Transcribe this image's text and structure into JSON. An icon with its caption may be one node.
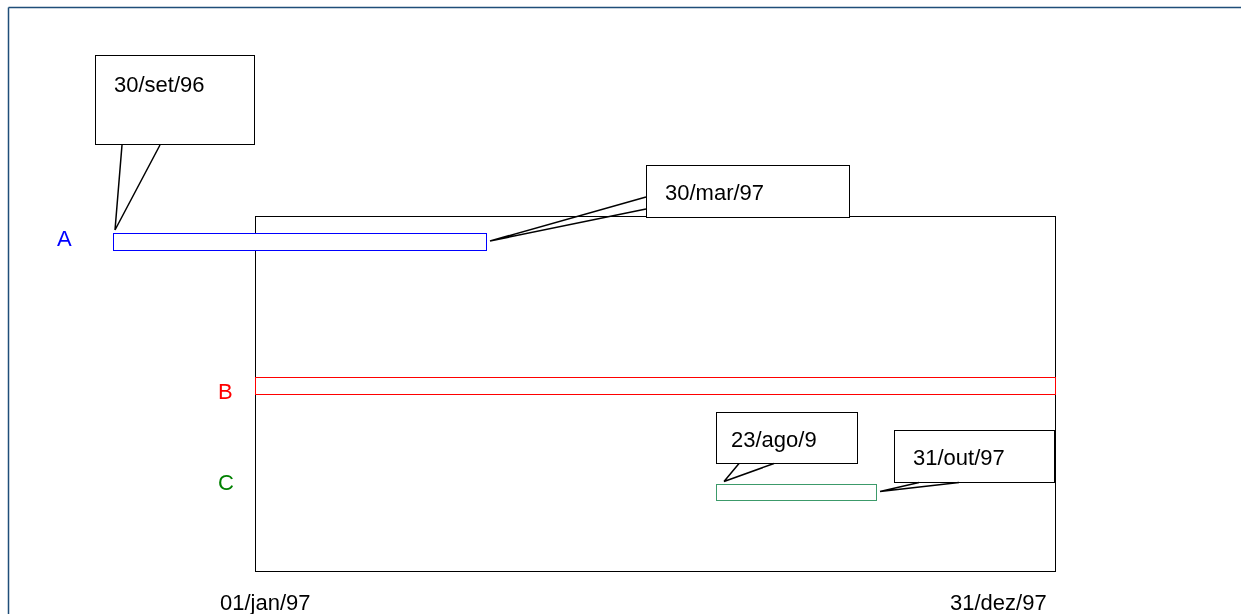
{
  "diagram": {
    "nodes": [
      {
        "text": [],
        "shape": "box"
      },
      {
        "text": [],
        "shape": "bar"
      },
      {
        "text": [],
        "shape": "bar",
        "in": 0
      },
      {
        "text": [],
        "shape": "bar",
        "in": 0
      },
      {
        "text": [
          "30/set/96"
        ]
      },
      {
        "text": [
          "30/mar/97"
        ]
      },
      {
        "text": [
          "23/ago/9"
        ],
        "in": 0
      },
      {
        "text": [
          "31/out/97"
        ],
        "in": 0
      }
    ],
    "edges": [
      {
        "from": 4,
        "to": 1,
        "arrow": "none"
      },
      {
        "from": 5,
        "to": 1,
        "arrow": "none"
      },
      {
        "from": 6,
        "to": 3,
        "arrow": "none"
      },
      {
        "from": 7,
        "to": 3,
        "arrow": "none"
      }
    ],
    "labels": [
      "A",
      "B",
      "C",
      "01/jan/97",
      "31/dez/97"
    ]
  }
}
